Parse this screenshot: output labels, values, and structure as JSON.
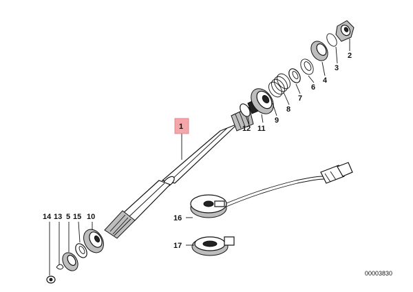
{
  "diagram": {
    "document_number": "00003830",
    "highlight_color": "#f4a6aa",
    "callouts": {
      "c1": "1",
      "c2": "2",
      "c3": "3",
      "c4": "4",
      "c5": "5",
      "c6": "6",
      "c7": "7",
      "c8": "8",
      "c9": "9",
      "c10": "10",
      "c11": "11",
      "c12": "12",
      "c13": "13",
      "c14": "14",
      "c15": "15",
      "c16": "16",
      "c17": "17"
    }
  }
}
